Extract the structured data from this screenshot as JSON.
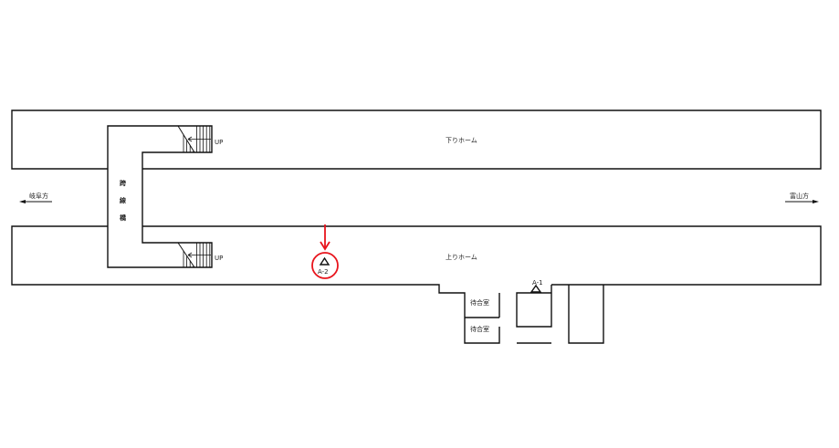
{
  "platforms": {
    "down": "下りホーム",
    "up": "上りホーム"
  },
  "footbridge": [
    "跨",
    "線",
    "橋"
  ],
  "stairs": {
    "top_label": "UP",
    "bottom_label": "UP"
  },
  "directions": {
    "left": "岐阜方",
    "right": "富山方"
  },
  "waiting_rooms": [
    "待合室",
    "待合室"
  ],
  "markers": {
    "a1": "A-1",
    "a2": "A-2"
  },
  "colors": {
    "highlight": "#e8141c",
    "line": "#111111"
  }
}
